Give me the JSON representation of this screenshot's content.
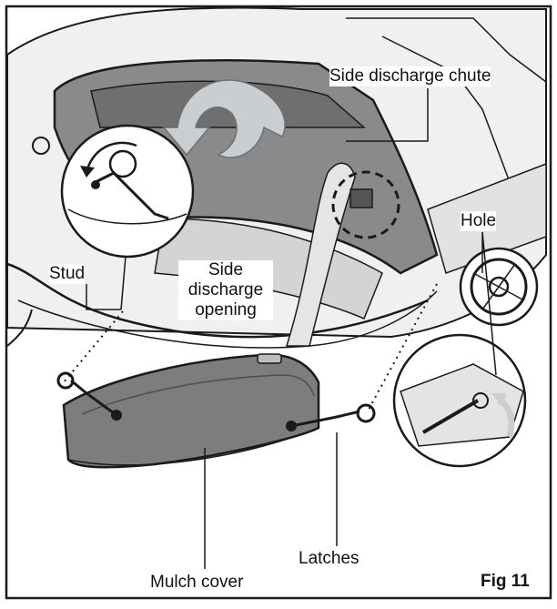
{
  "figure": {
    "label": "Fig 11",
    "callouts": {
      "side_discharge_chute": "Side discharge chute",
      "hole": "Hole",
      "stud": "Stud",
      "side_discharge_opening_line1": "Side",
      "side_discharge_opening_line2": "discharge",
      "side_discharge_opening_line3": "opening",
      "latches": "Latches",
      "mulch_cover": "Mulch cover"
    }
  },
  "colors": {
    "line": "#1a1a1a",
    "deck_fill": "#e9e9e9",
    "chute_fill": "#8a8a8a",
    "cover_fill": "#7d7d7d",
    "arrow_fill": "#c9ced3",
    "background": "#ffffff"
  }
}
